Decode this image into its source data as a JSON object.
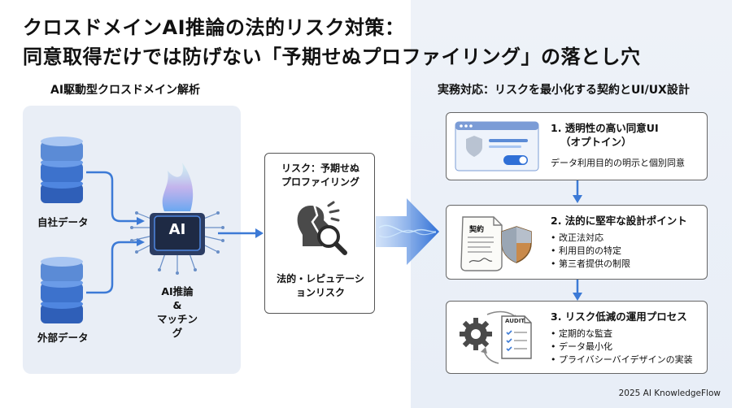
{
  "title": {
    "line1": "クロスドメインAI推論の法的リスク対策：",
    "line2": "同意取得だけでは防げない「予期せぬプロファイリング」の落とし穴"
  },
  "left_section": {
    "heading": "AI駆動型クロスドメイン解析",
    "sources": [
      "自社データ",
      "外部データ"
    ],
    "chip_text": "AI",
    "engine_label_line1": "AI推論",
    "engine_label_line2": "&",
    "engine_label_line3": "マッチング"
  },
  "risk": {
    "title_line1": "リスク：予期せぬ",
    "title_line2": "プロファイリング",
    "bottom_line1": "法的・レピュテーシ",
    "bottom_line2": "ョンリスク"
  },
  "right_section": {
    "heading": "実務対応：リスクを最小化する契約とUI/UX設計",
    "steps": [
      {
        "title_line1": "1. 透明性の高い同意UI",
        "title_line2": "（オプトイン）",
        "description": "データ利用目的の明示と個別同意"
      },
      {
        "title": "2. 法的に堅牢な設計ポイント",
        "doc_label": "契約",
        "bullets": [
          "改正法対応",
          "利用目的の特定",
          "第三者提供の制限"
        ]
      },
      {
        "title": "3. リスク低減の運用プロセス",
        "doc_label": "AUDIT",
        "bullets": [
          "定期的な監査",
          "データ最小化",
          "プライバシーバイデザインの実装"
        ]
      }
    ]
  },
  "footer": "2025 AI KnowledgeFlow",
  "colors": {
    "accent": "#3c7ad6",
    "dark": "#1e2a44",
    "panel": "#e9eef6"
  }
}
